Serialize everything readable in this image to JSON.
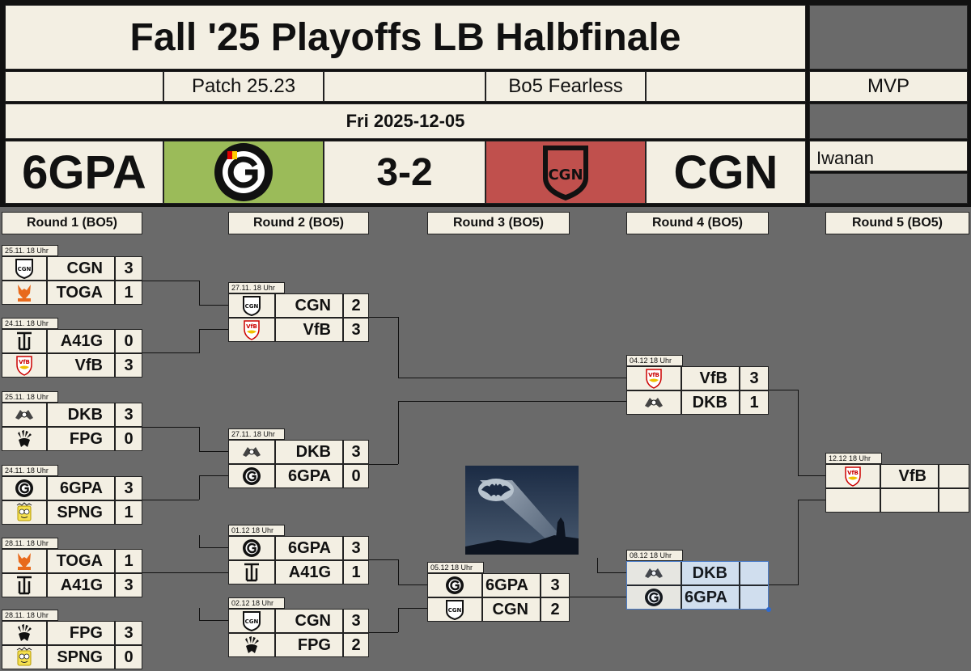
{
  "header": {
    "title": "Fall '25 Playoffs LB Halbfinale",
    "patch": "Patch 25.23",
    "format": "Bo5 Fearless",
    "date": "Fri 2025-12-05",
    "team_left": "6GPA",
    "score": "3-2",
    "team_right": "CGN",
    "left_color": "#9bbb59",
    "right_color": "#c0504d"
  },
  "mvp": {
    "label": "MVP",
    "name": "Iwanan"
  },
  "rounds": [
    "Round 1 (BO5)",
    "Round 2 (BO5)",
    "Round 3 (BO5)",
    "Round 4 (BO5)",
    "Round 5 (BO5)"
  ],
  "matches": [
    {
      "time": "25.11. 18 Uhr",
      "t1": "CGN",
      "s1": "3",
      "t2": "TOGA",
      "s2": "1"
    },
    {
      "time": "24.11. 18 Uhr",
      "t1": "A41G",
      "s1": "0",
      "t2": "VfB",
      "s2": "3"
    },
    {
      "time": "25.11. 18 Uhr",
      "t1": "DKB",
      "s1": "3",
      "t2": "FPG",
      "s2": "0"
    },
    {
      "time": "24.11. 18 Uhr",
      "t1": "6GPA",
      "s1": "3",
      "t2": "SPNG",
      "s2": "1"
    },
    {
      "time": "28.11. 18 Uhr",
      "t1": "TOGA",
      "s1": "1",
      "t2": "A41G",
      "s2": "3"
    },
    {
      "time": "28.11. 18 Uhr",
      "t1": "FPG",
      "s1": "3",
      "t2": "SPNG",
      "s2": "0"
    },
    {
      "time": "27.11. 18 Uhr",
      "t1": "CGN",
      "s1": "2",
      "t2": "VfB",
      "s2": "3"
    },
    {
      "time": "27.11. 18 Uhr",
      "t1": "DKB",
      "s1": "3",
      "t2": "6GPA",
      "s2": "0"
    },
    {
      "time": "01.12 18 Uhr",
      "t1": "6GPA",
      "s1": "3",
      "t2": "A41G",
      "s2": "1"
    },
    {
      "time": "02.12 18 Uhr",
      "t1": "CGN",
      "s1": "3",
      "t2": "FPG",
      "s2": "2"
    },
    {
      "time": "05.12 18 Uhr",
      "t1": "6GPA",
      "s1": "3",
      "t2": "CGN",
      "s2": "2"
    },
    {
      "time": "04.12 18 Uhr",
      "t1": "VfB",
      "s1": "3",
      "t2": "DKB",
      "s2": "1"
    },
    {
      "time": "08.12 18 Uhr",
      "t1": "DKB",
      "s1": "",
      "t2": "6GPA",
      "s2": ""
    },
    {
      "time": "12.12 18 Uhr",
      "t1": "VfB",
      "s1": "",
      "t2": "",
      "s2": ""
    }
  ],
  "icons": {
    "CGN": "cgn-shield-icon",
    "TOGA": "toga-fox-icon",
    "A41G": "a41g-logo-icon",
    "VfB": "vfb-crest-icon",
    "DKB": "dkb-logo-icon",
    "FPG": "fpg-paw-icon",
    "6GPA": "6gpa-g-icon",
    "SPNG": "spng-sponge-icon"
  }
}
